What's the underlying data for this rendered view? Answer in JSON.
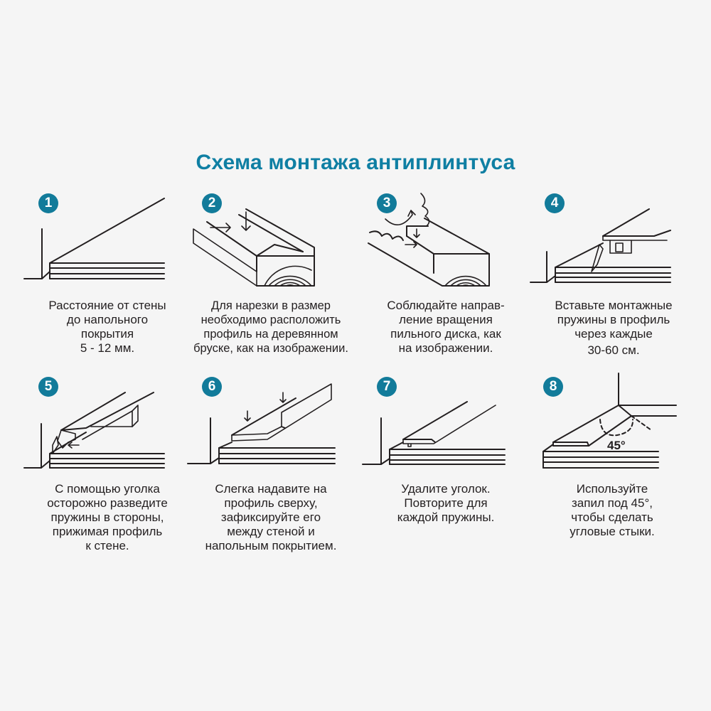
{
  "title": "Схема монтажа антиплинтуса",
  "colors": {
    "accent": "#127b9a",
    "title": "#0f7fa3",
    "background": "#f5f5f5",
    "line": "#231f20"
  },
  "steps": [
    {
      "number": "1",
      "caption_lines": [
        "Расстояние от стены",
        "до напольного",
        "покрытия",
        "5 - 12 мм."
      ]
    },
    {
      "number": "2",
      "caption_lines": [
        "Для нарезки в размер",
        "необходимо расположить",
        "профиль на деревянном",
        "бруске, как на изображении."
      ]
    },
    {
      "number": "3",
      "caption_lines": [
        "Соблюдайте направ-",
        "ление вращения",
        "пильного диска, как",
        "на изображении."
      ]
    },
    {
      "number": "4",
      "caption_lines": [
        "Вставьте монтажные",
        "пружины в профиль",
        "через каждые",
        "30-60 см."
      ]
    },
    {
      "number": "5",
      "caption_lines": [
        "С помощью уголка",
        "осторожно разведите",
        "пружины в стороны,",
        "прижимая профиль",
        "к стене."
      ]
    },
    {
      "number": "6",
      "caption_lines": [
        "Слегка надавите на",
        "профиль сверху,",
        "зафиксируйте его",
        "между стеной и",
        "напольным покрытием."
      ]
    },
    {
      "number": "7",
      "caption_lines": [
        "Удалите уголок.",
        "Повторите для",
        "каждой пружины."
      ]
    },
    {
      "number": "8",
      "caption_lines": [
        "Используйте",
        "запил под 45°,",
        "чтобы сделать",
        "угловые стыки."
      ],
      "angle_label": "45°"
    }
  ]
}
